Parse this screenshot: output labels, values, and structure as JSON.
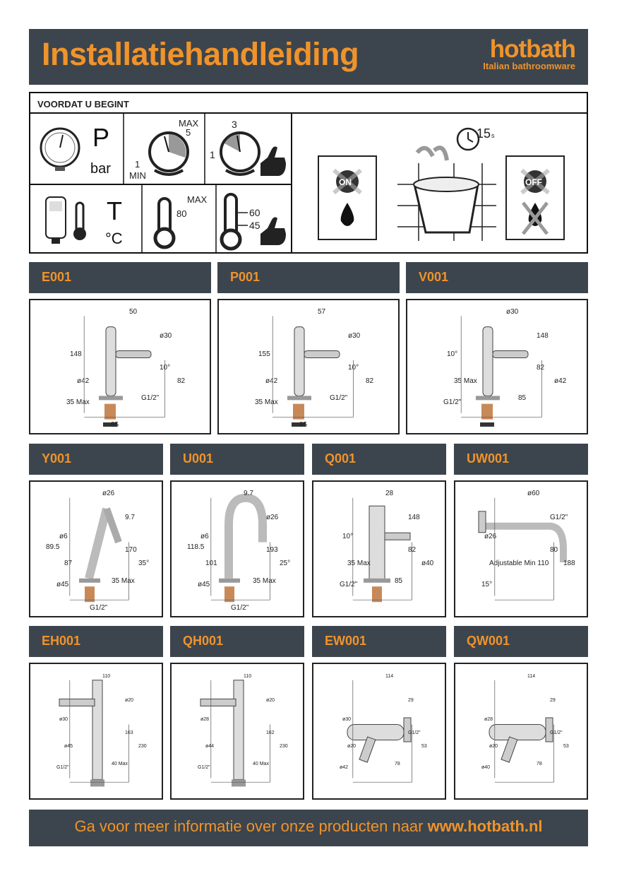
{
  "header": {
    "title": "Installatiehandleiding",
    "brand": "hotbath",
    "tagline": "Italian bathroomware"
  },
  "before": {
    "label": "VOORDAT U BEGINT",
    "pressure": {
      "symbol": "P",
      "unit": "bar",
      "min_val": "1",
      "min_label": "MIN",
      "max_label": "MAX",
      "max_val": "5",
      "rec_high": "3",
      "rec_low": "1"
    },
    "temperature": {
      "symbol": "T",
      "unit": "°C",
      "max_label": "MAX",
      "max_val": "80",
      "rec_high": "60",
      "rec_low": "45"
    },
    "flush": {
      "seconds": "15",
      "seconds_unit": "s",
      "on_label": "ON",
      "off_label": "OFF"
    }
  },
  "products": [
    {
      "code": "E001",
      "dims": [
        "50",
        "ø30",
        "148",
        "10°",
        "82",
        "ø42",
        "35 Max",
        "G1/2\"",
        "85"
      ]
    },
    {
      "code": "P001",
      "dims": [
        "57",
        "ø30",
        "155",
        "10°",
        "82",
        "ø42",
        "35 Max",
        "G1/2\"",
        "85"
      ]
    },
    {
      "code": "V001",
      "dims": [
        "ø30",
        "148",
        "10°",
        "82",
        "ø42",
        "35 Max",
        "G1/2\"",
        "85"
      ]
    },
    {
      "code": "Y001",
      "dims": [
        "ø26",
        "9.7",
        "ø6",
        "170",
        "35°",
        "87",
        "ø45",
        "35 Max",
        "G1/2\"",
        "89.5"
      ]
    },
    {
      "code": "U001",
      "dims": [
        "9.7",
        "ø26",
        "ø6",
        "193",
        "25°",
        "101",
        "ø45",
        "35 Max",
        "G1/2\"",
        "118.5"
      ]
    },
    {
      "code": "Q001",
      "dims": [
        "28",
        "148",
        "10°",
        "82",
        "ø40",
        "35 Max",
        "G1/2\"",
        "85"
      ]
    },
    {
      "code": "UW001",
      "dims": [
        "ø60",
        "G1/2\"",
        "ø26",
        "80",
        "188",
        "Adjustable Min 110",
        "15°"
      ]
    },
    {
      "code": "EH001",
      "dims": [
        "110",
        "ø20",
        "ø30",
        "163",
        "230",
        "ø45",
        "G1/2\"",
        "40 Max"
      ]
    },
    {
      "code": "QH001",
      "dims": [
        "110",
        "ø20",
        "ø28",
        "162",
        "230",
        "ø44",
        "G1/2\"",
        "40 Max"
      ]
    },
    {
      "code": "EW001",
      "dims": [
        "114",
        "29",
        "ø30",
        "G1/2\"",
        "53",
        "ø20",
        "ø42",
        "78"
      ]
    },
    {
      "code": "QW001",
      "dims": [
        "114",
        "29",
        "ø28",
        "G1/2\"",
        "53",
        "ø20",
        "ø40",
        "78"
      ]
    }
  ],
  "footer": {
    "text": "Ga voor meer informatie over onze producten naar ",
    "url": "www.hotbath.nl"
  }
}
